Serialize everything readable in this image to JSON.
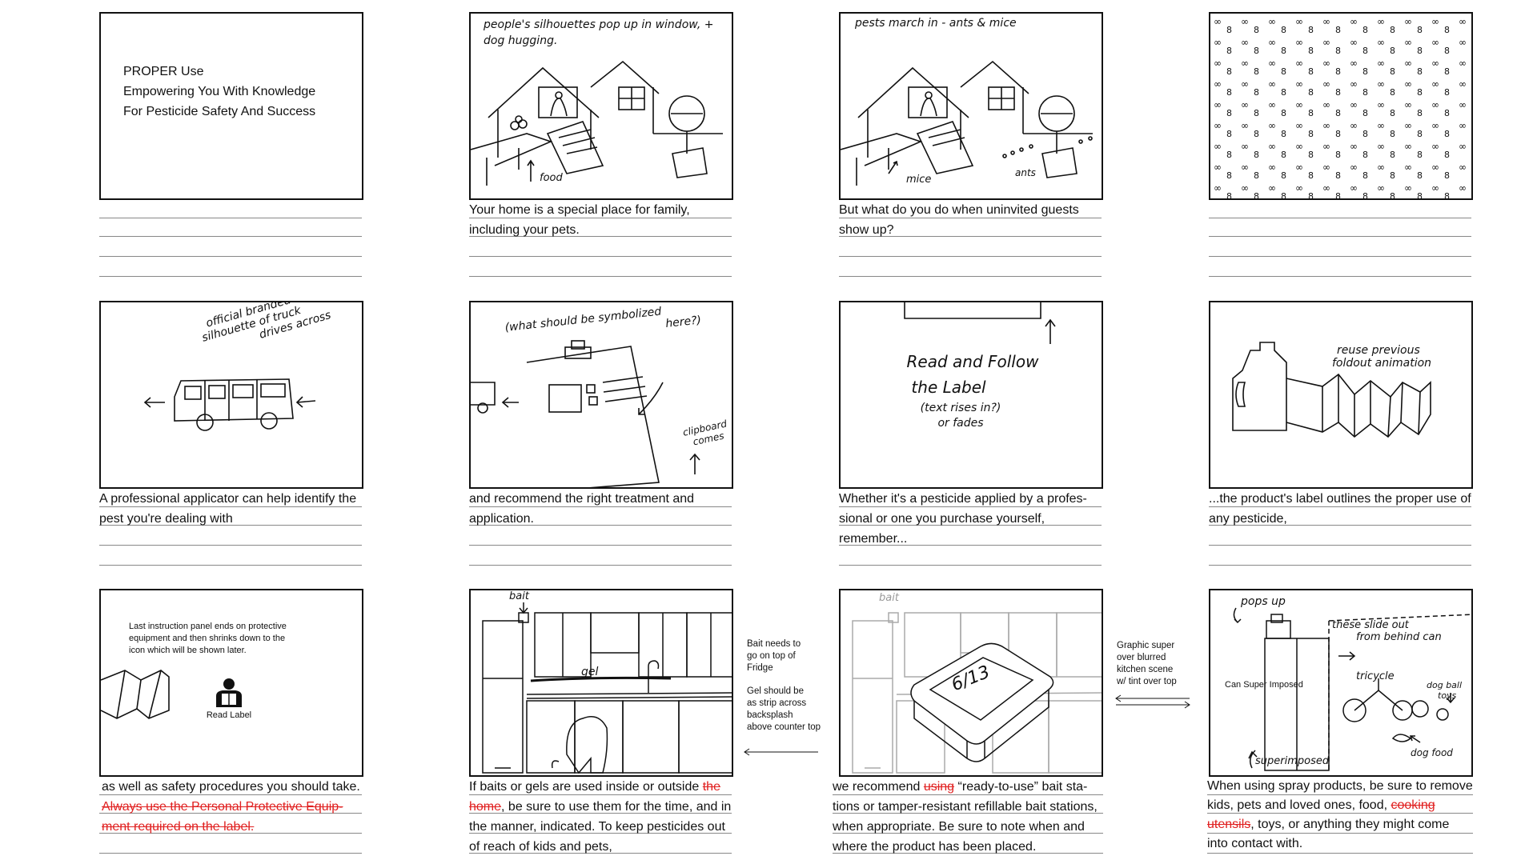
{
  "panel1": {
    "line1": "PROPER Use",
    "line2": "Empowering You With Knowledge",
    "line3": "For Pesticide Safety And Success"
  },
  "panel2": {
    "note": "people's silhouettes pop up in window, + dog hugging.",
    "food_label": "food"
  },
  "panel3": {
    "note": "pests march in - ants & mice",
    "mice_label": "mice",
    "ants_label": "ants"
  },
  "panel5": {
    "note_line1": "official branded",
    "note_line2": "silhouette of truck",
    "note_line3": "drives across"
  },
  "panel6": {
    "note_line1": "(what should be symbolized",
    "note_line2": "here?)",
    "clip_line1": "clipboard",
    "clip_line2": "comes"
  },
  "panel7": {
    "line1": "Read and Follow",
    "line2": "the Label",
    "line3": "(text rises in?)",
    "line4": "or fades"
  },
  "panel8": {
    "note_line1": "reuse previous",
    "note_line2": "foldout animation"
  },
  "panel9": {
    "text_line1": "Last instruction panel ends on protective",
    "text_line2": "equipment and then shrinks down to the",
    "text_line3": "icon which will be shown later.",
    "icon_label": "Read Label"
  },
  "panel10": {
    "bait_label": "bait",
    "gel_label": "gel"
  },
  "panel11": {
    "bait_label": "bait",
    "date_label": "6/13"
  },
  "panel12": {
    "pops_up": "pops up",
    "slide_line1": "these slide out",
    "slide_line2": "from behind can",
    "can_label": "Can Super Imposed",
    "tricycle": "tricycle",
    "dog_toys_line1": "dog ball",
    "dog_toys_line2": "toys",
    "dog_food": "dog food",
    "superimposed": "superimposed"
  },
  "side_notes": {
    "bait_line1": "Bait needs to",
    "bait_line2": "go on top of",
    "bait_line3": "Fridge",
    "gel_line1": "Gel should be",
    "gel_line2": "as strip across",
    "gel_line3": "backsplash",
    "gel_line4": "above counter top",
    "graphic_line1": "Graphic super",
    "graphic_line2": "over blurred",
    "graphic_line3": "kitchen scene",
    "graphic_line4": "w/ tint over top"
  },
  "captions": {
    "c2": "Your home is a special place for family, including your pets.",
    "c3": "But what do you do when uninvited guests show up?",
    "c5": "A professional applicator can help identify the pest you're dealing with",
    "c6": "and recommend the right treatment and application.",
    "c7": "Whether it's a pesticide applied by a profes- sional or one you purchase yourself, remember...",
    "c8": "...the product's label outlines the proper use of any pesticide,",
    "c9a": "as well as safety procedures you should take.",
    "c9b": "Always use the Personal Protective Equip- ment required on the label.",
    "c10a": "If baits or gels are used inside or outside",
    "c10b": "the home",
    "c10c": ", be sure to use them for the time, and in the manner, indicated. To keep pesticides out of reach of kids and pets,",
    "c11a": "we recommend",
    "c11b": "using",
    "c11c": "“ready-to-use” bait sta- tions or tamper-resistant refillable bait stations, when appropriate. Be sure to note when and where the product has been placed.",
    "c12a": "When using spray products, be sure to remove kids, pets and loved ones, food,",
    "c12b": "cooking utensils",
    "c12c": ", toys, or anything they might come into contact with."
  },
  "colors": {
    "strike": "#e02020",
    "ink": "#111111",
    "rule": "#888888"
  }
}
